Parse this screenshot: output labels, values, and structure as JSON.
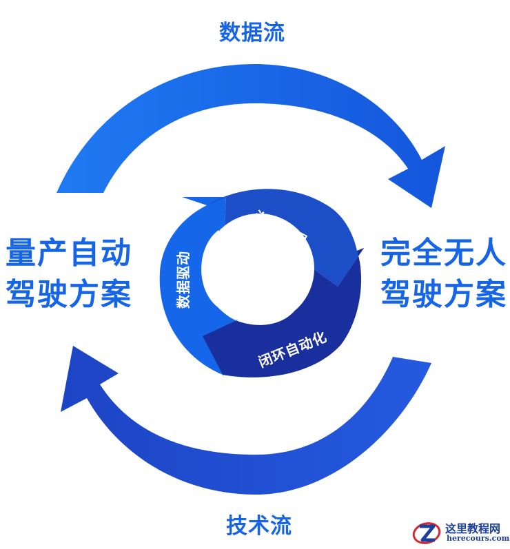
{
  "flows": {
    "top": "数据流",
    "bottom": "技术流"
  },
  "left_block": {
    "line1": "量产自动",
    "line2": "驾驶方案"
  },
  "right_block": {
    "line1": "完全无人",
    "line2": "驾驶方案"
  },
  "inner_cycle": {
    "top": "海量数据",
    "bottom": "闭环自动化",
    "left": "数据驱动"
  },
  "watermark": {
    "title": "这里教程网",
    "url": "herecours.com"
  },
  "colors": {
    "outer_arrow": "#1565e6",
    "outer_arrow_bottom": "#1e4fd2",
    "inner_top": "#1c4ec8",
    "inner_bottom": "#1a2f9e",
    "inner_left": "#1566e8",
    "watermark_red": "#d8262e",
    "watermark_blue": "#1b3f9a"
  }
}
